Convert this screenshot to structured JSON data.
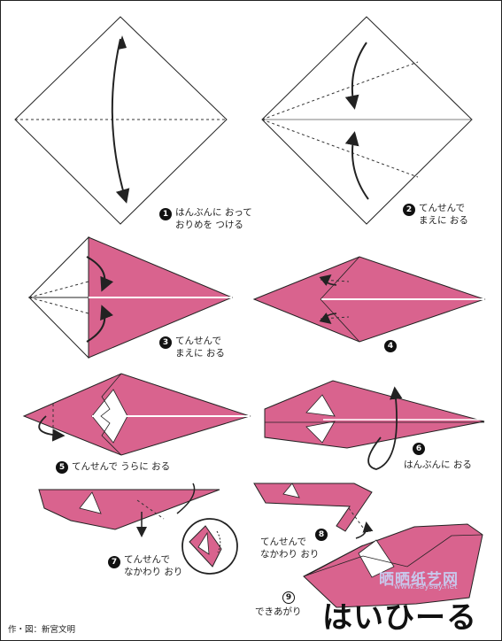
{
  "title": "はいひーる",
  "credit": "作・図：新宮文明",
  "watermark": {
    "text": "晒晒纸艺网",
    "url": "www.saysay.net"
  },
  "colors": {
    "paper": "#d9638e",
    "paper_dark": "#b84a74",
    "line": "#222222",
    "white": "#ffffff"
  },
  "steps": [
    {
      "num": "1",
      "lines": [
        "はんぶんに おって",
        "おりめを つける"
      ]
    },
    {
      "num": "2",
      "lines": [
        "てんせんで",
        "まえに おる"
      ]
    },
    {
      "num": "3",
      "lines": [
        "てんせんで",
        "まえに おる"
      ]
    },
    {
      "num": "4",
      "lines": []
    },
    {
      "num": "5",
      "lines": [
        "てんせんで うらに おる"
      ]
    },
    {
      "num": "6",
      "lines": [
        "はんぶんに おる"
      ]
    },
    {
      "num": "7",
      "lines": [
        "てんせんで",
        "なかわり おり"
      ]
    },
    {
      "num": "8",
      "lines": [
        "てんせんで",
        "なかわり おり"
      ]
    },
    {
      "num": "9",
      "lines": [
        "できあがり"
      ]
    }
  ]
}
